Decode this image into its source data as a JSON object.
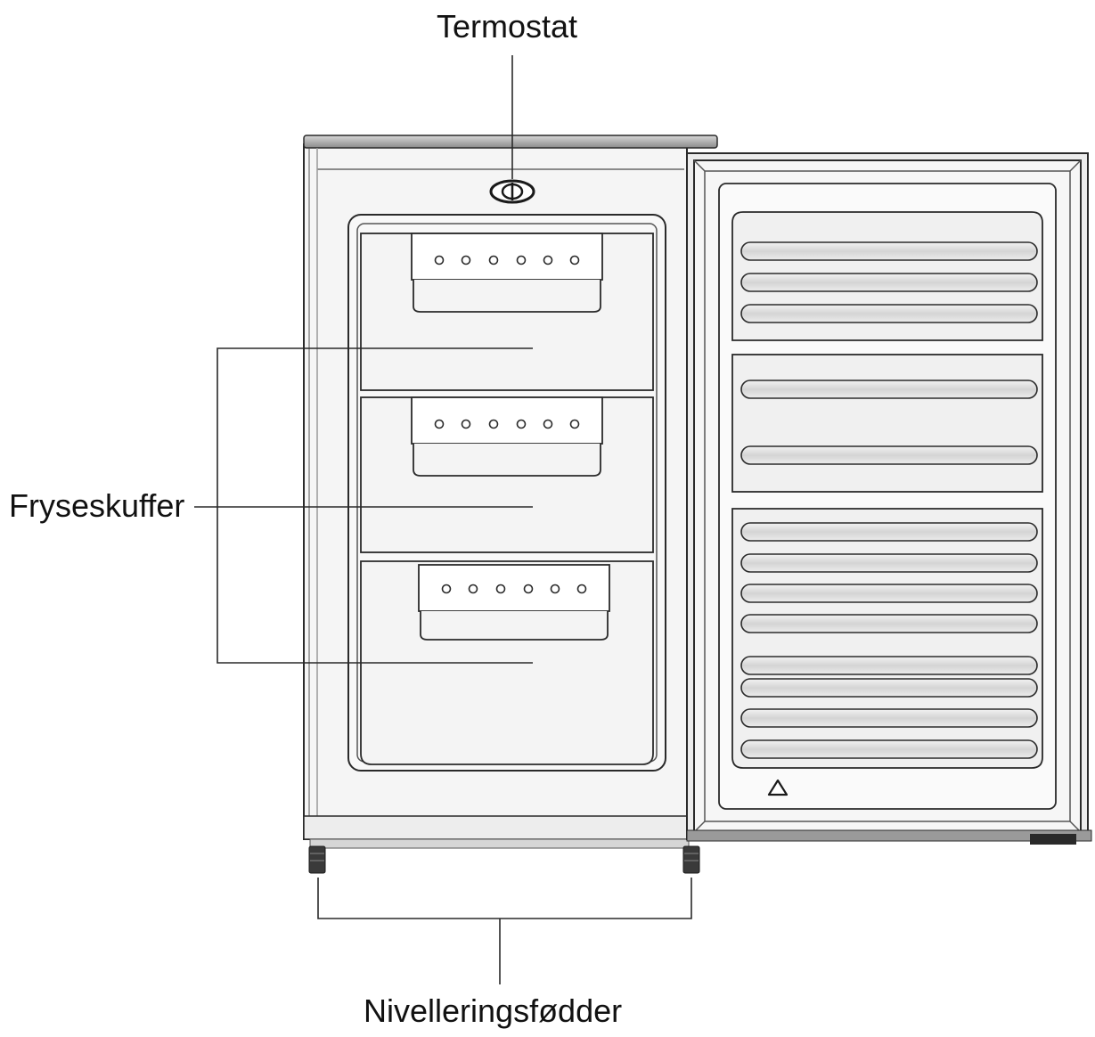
{
  "labels": {
    "thermostat": "Termostat",
    "freezer_drawers": "Fryseskuffer",
    "leveling_feet": "Nivelleringsfødder"
  },
  "counts": {
    "drawers": 3,
    "door_shelf_bars": 13
  },
  "colors": {
    "line": "#2a2a2a",
    "cabinet_fill": "#f4f4f4",
    "door_fill": "#f0f0f0",
    "bar_fill": "#dcdcdc",
    "top_strip": "#b9b9b9",
    "feet": "#3a3a3a"
  }
}
